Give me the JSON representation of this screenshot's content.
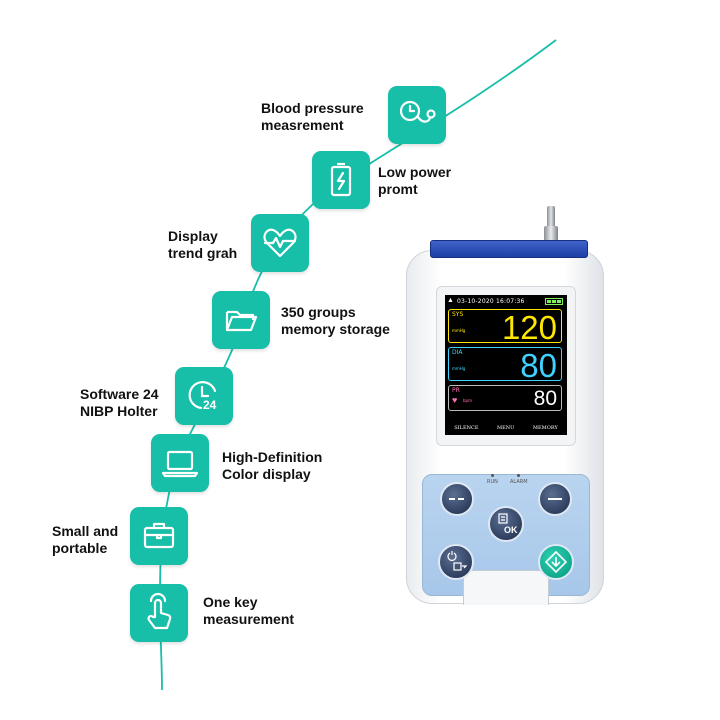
{
  "features": [
    {
      "icon": "stethoscope-clock-icon",
      "label": "Blood pressure\nmeasrement"
    },
    {
      "icon": "battery-low-icon",
      "label": "Low power\npromt"
    },
    {
      "icon": "heart-pulse-icon",
      "label": "Display\ntrend grah"
    },
    {
      "icon": "folder-icon",
      "label": "350 groups\nmemory storage"
    },
    {
      "icon": "clock-24-icon",
      "label": "Software 24\nNIBP Holter"
    },
    {
      "icon": "laptop-icon",
      "label": "High-Definition\nColor display"
    },
    {
      "icon": "briefcase-icon",
      "label": "Small and\nportable"
    },
    {
      "icon": "hand-tap-icon",
      "label": "One key\nmeasurement"
    }
  ],
  "device": {
    "screen": {
      "datetime": "03-10-2020  16:07:36",
      "sys": {
        "label": "SYS",
        "unit": "mmHg",
        "value": "120"
      },
      "dia": {
        "label": "DIA",
        "unit": "mmHg",
        "value": "80"
      },
      "pr": {
        "label": "PR",
        "unit": "bpm",
        "value": "80"
      },
      "softkeys": [
        "SILENCE",
        "MENU",
        "MEMORY"
      ]
    },
    "indicators": {
      "run": "RUN",
      "alarm": "ALARM"
    },
    "ok_label": "OK"
  },
  "colors": {
    "accent": "#17bea8",
    "sys": "#ffe600",
    "dia": "#3fd1ff",
    "pr": "#ffffff",
    "keypad": "#a7c7ea",
    "device_cap": "#1d3fa6"
  }
}
